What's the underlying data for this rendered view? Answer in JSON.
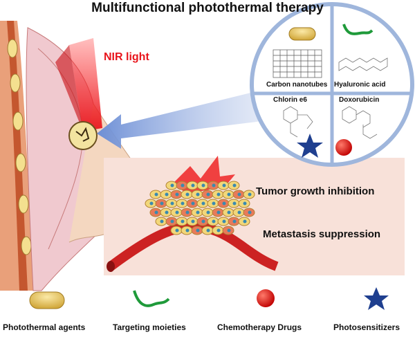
{
  "title": "Multifunctional photothermal therapy",
  "nir_label": "NIR light",
  "quadrants": [
    {
      "label": "Carbon nanotubes"
    },
    {
      "label": "Hyaluronic acid"
    },
    {
      "label": "Chlorin e6"
    },
    {
      "label": "Doxorubicin"
    }
  ],
  "effects": {
    "tumor": "Tumor growth inhibition",
    "metastasis": "Metastasis suppression"
  },
  "legend": [
    {
      "icon": "yellow-capsule",
      "label": "Photothermal agents"
    },
    {
      "icon": "green-curve",
      "label": "Targeting moieties"
    },
    {
      "icon": "red-sphere",
      "label": "Chemotherapy Drugs"
    },
    {
      "icon": "blue-star",
      "label": "Photosensitizers"
    }
  ],
  "colors": {
    "nir": "#e8141b",
    "circle_border": "#9fb6dc",
    "panel": "#f8e1d9",
    "star": "#1f3f8f",
    "capsule": "#e7c65a",
    "curve": "#1f9a3a"
  }
}
